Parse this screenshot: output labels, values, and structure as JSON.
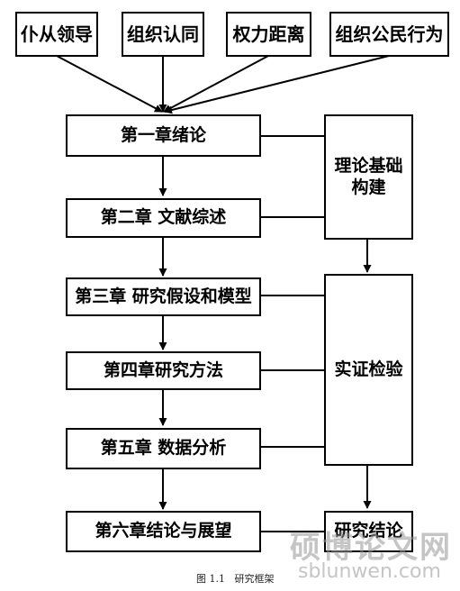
{
  "inputs": [
    "仆从领导",
    "组织认同",
    "权力距离",
    "组织公民行为"
  ],
  "chapters": [
    "第一章绪论",
    "第二章 文献综述",
    "第三章 研究假设和模型",
    "第四章研究方法",
    "第五章 数据分析",
    "第六章结论与展望"
  ],
  "side_boxes": {
    "theory": [
      "理论基础",
      "构建"
    ],
    "empirical": "实证检验",
    "conclusion": "研究结论"
  },
  "caption": "图 1.1   研究框架",
  "watermark": {
    "cn": "硕博论文网",
    "en": "sblunwen.com"
  }
}
